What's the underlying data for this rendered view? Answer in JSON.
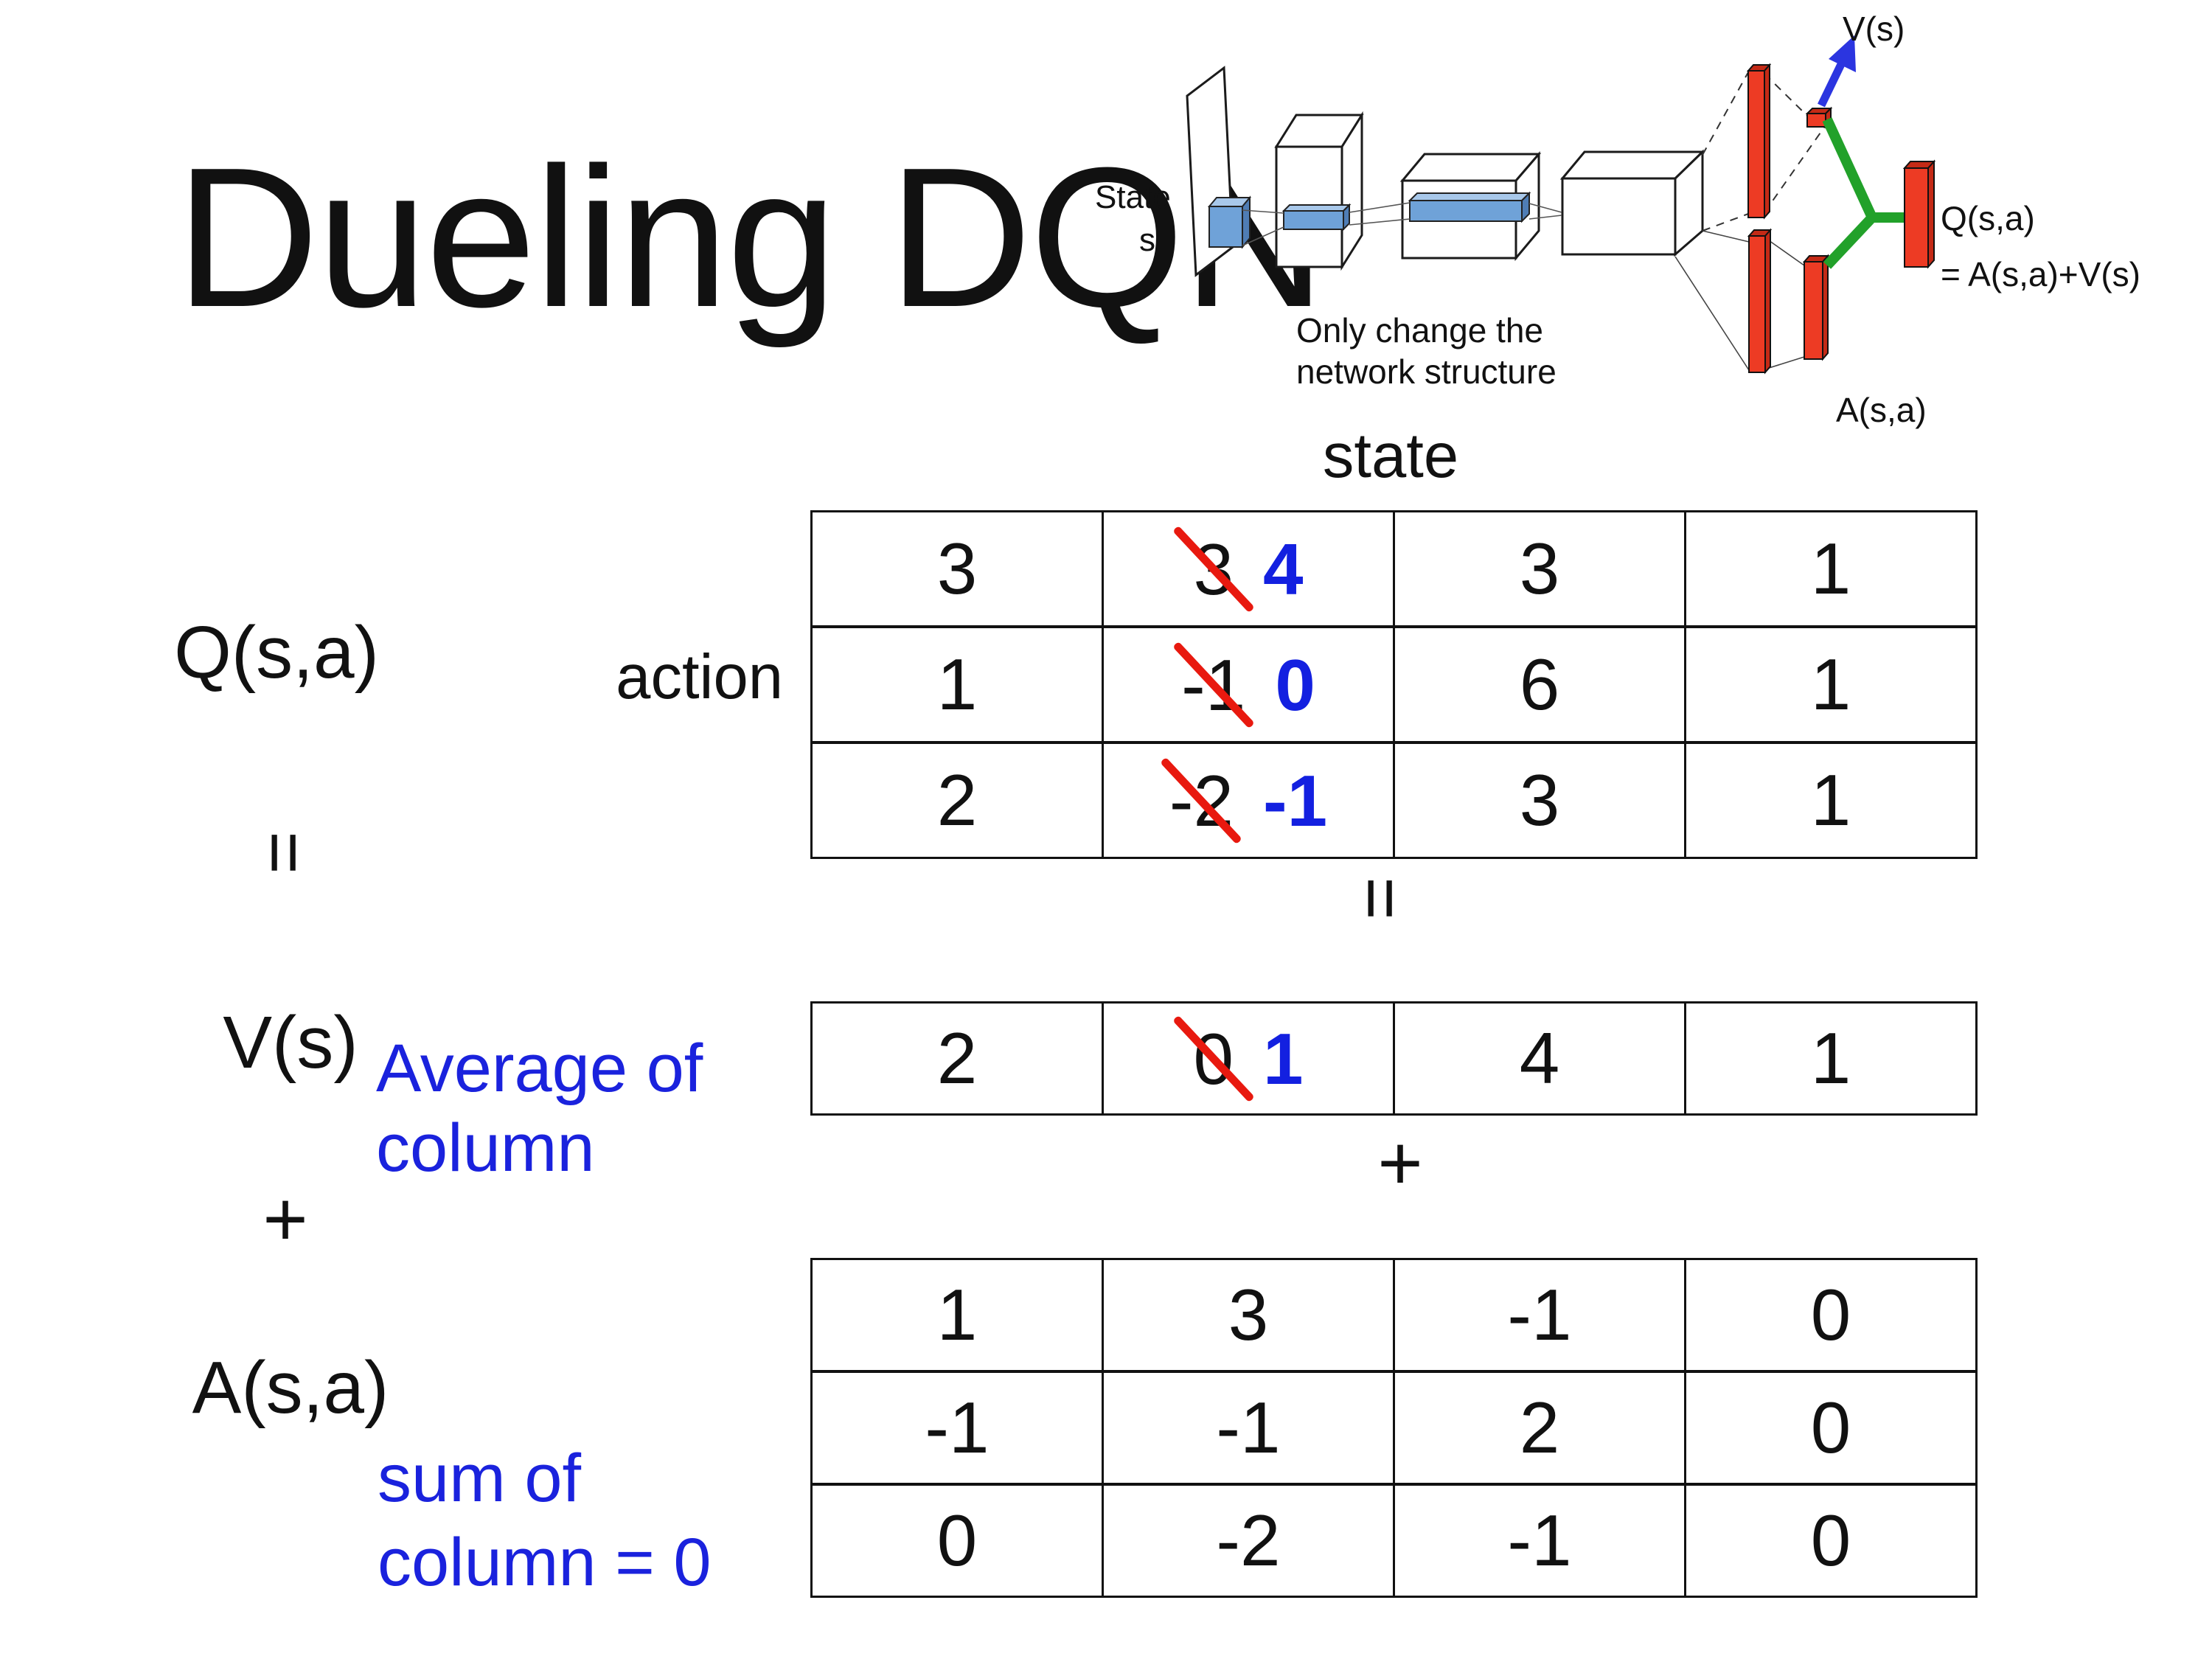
{
  "slide": {
    "title": "Dueling DQN"
  },
  "diagram": {
    "state_line1": "State",
    "state_line2": "s",
    "note_line1": "Only change the",
    "note_line2": "network structure",
    "v_out_label": "V(s)",
    "q_out_label_line1": "Q(s,a)",
    "q_out_label_line2": "= A(s,a)+V(s)",
    "a_out_label": "A(s,a)"
  },
  "decomposition": {
    "state_header": "state",
    "action_header": "action",
    "q_label": "Q(s,a)",
    "v_label": "V(s)",
    "a_label": "A(s,a)",
    "equals_left": "=",
    "equals_center": "=",
    "plus_left": "+",
    "plus_center": "+",
    "avg_note_line1": "Average of",
    "avg_note_line2": "column",
    "sum_note_line1": "sum of",
    "sum_note_line2": "column = 0"
  },
  "matrices": {
    "q_table": {
      "rows": [
        [
          {
            "v": "3"
          },
          {
            "v": "3",
            "strike": true,
            "new": "4"
          },
          {
            "v": "3"
          },
          {
            "v": "1"
          }
        ],
        [
          {
            "v": "1"
          },
          {
            "v": "-1",
            "strike": true,
            "new": "0"
          },
          {
            "v": "6"
          },
          {
            "v": "1"
          }
        ],
        [
          {
            "v": "2"
          },
          {
            "v": "-2",
            "strike": true,
            "new": "-1"
          },
          {
            "v": "3"
          },
          {
            "v": "1"
          }
        ]
      ]
    },
    "v_table": {
      "rows": [
        [
          {
            "v": "2"
          },
          {
            "v": "0",
            "strike": true,
            "new": "1"
          },
          {
            "v": "4"
          },
          {
            "v": "1"
          }
        ]
      ]
    },
    "a_table": {
      "rows": [
        [
          {
            "v": "1"
          },
          {
            "v": "3"
          },
          {
            "v": "-1"
          },
          {
            "v": "0"
          }
        ],
        [
          {
            "v": "-1"
          },
          {
            "v": "-1"
          },
          {
            "v": "2"
          },
          {
            "v": "0"
          }
        ],
        [
          {
            "v": "0"
          },
          {
            "v": "-2"
          },
          {
            "v": "-1"
          },
          {
            "v": "0"
          }
        ]
      ]
    }
  },
  "colors": {
    "annotation_blue": "#1a22dd",
    "correction_blue": "#1320e0",
    "strike_red": "#e8190f",
    "bar_red": "#ed3b24",
    "link_green": "#22a12a",
    "arrow_blue": "#2b35e0",
    "block_blue": "#6fa2d8"
  }
}
